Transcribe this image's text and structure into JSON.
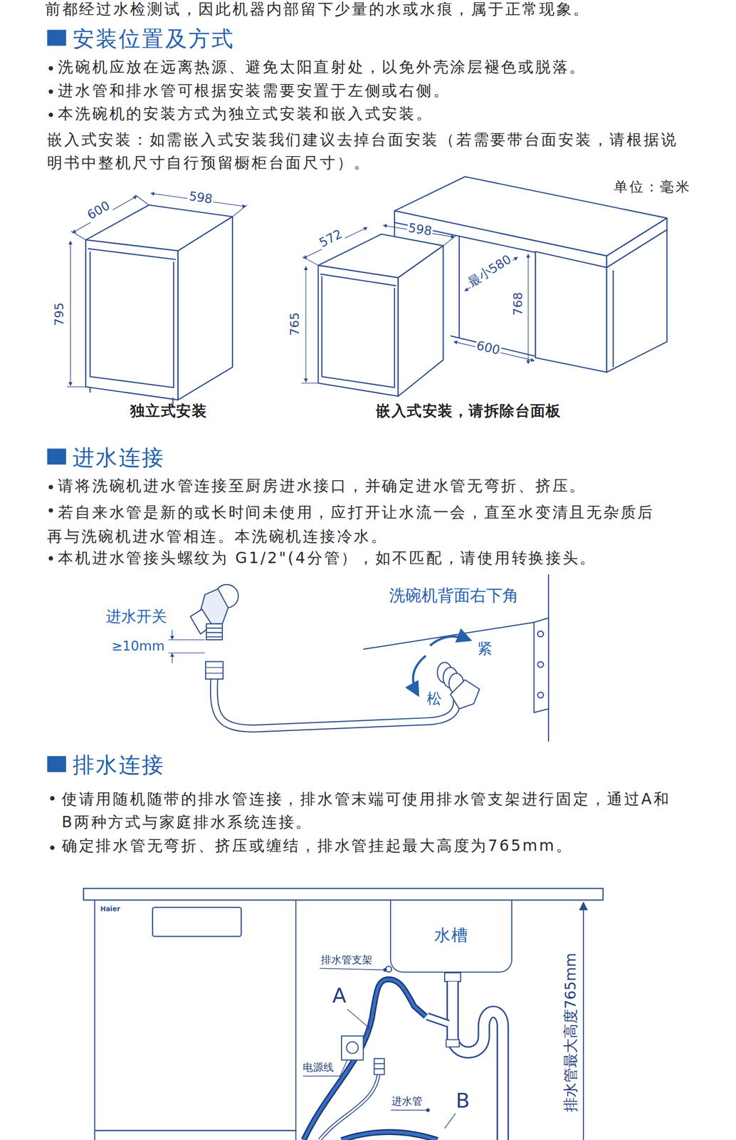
{
  "diagram": {
    "nodes": [
      {
        "text": [
          "Haier"
        ]
      },
      {
        "text": [
          "水槽"
        ]
      }
    ],
    "labels": [
      "前都经过水检测试，因此机器内部留下少量的水或水痕，属于正常现象。",
      "安装位置及方式",
      "洗碗机应放在远离热源、避免太阳直射处，以免外壳涂层褪色或脱落。",
      "进水管和排水管可根据安装需要安置于左侧或右侧。",
      "本洗碗机的安装方式为独立式安装和嵌入式安装。",
      "嵌入式安装：如需嵌入式安装我们建议去掉台面安装（若需要带台面安装，请根据说明书中整机尺寸自行预留橱柜台面尺寸）。",
      "单位：毫米",
      "600",
      "598",
      "795",
      "572",
      "598",
      "最小580",
      "768",
      "765",
      "600",
      "独立式安装",
      "嵌入式安装，请拆除台面板",
      "进水连接",
      "请将洗碗机进水管连接至厨房进水接口，并确定进水管无弯折、挤压。",
      "若自来水管是新的或长时间未使用，应打开让水流一会，直至水变清且无杂质后再与洗碗机进水管相连。本洗碗机连接冷水。",
      "本机进水管接头螺纹为 G1/2\"(4分管），如不匹配，请使用转换接头。",
      "进水开关",
      "≥10mm",
      "洗碗机背面右下角",
      "紧",
      "松",
      "排水连接",
      "使请用随机随带的排水管连接，排水管末端可使用排水管支架进行固定，通过A和B两种方式与家庭排水系统连接。",
      "确定排水管无弯折、挤压或缠结，排水管挂起最大高度为765mm。",
      "排水管支架",
      "A",
      "电源线",
      "进水管",
      "B",
      "排水管最大高度765mm"
    ]
  }
}
